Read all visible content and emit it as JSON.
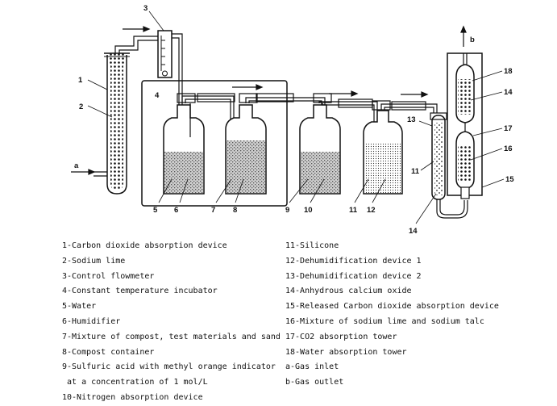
{
  "callouts": {
    "n1": "1",
    "n2": "2",
    "n3": "3",
    "n4": "4",
    "n5": "5",
    "n6": "6",
    "n7": "7",
    "n8": "8",
    "n9": "9",
    "n10": "10",
    "n11": "11",
    "n11b": "11",
    "n12": "12",
    "n13": "13",
    "n14": "14",
    "n14b": "14",
    "n15": "15",
    "n16": "16",
    "n17": "17",
    "n18": "18",
    "a": "a",
    "b": "b"
  },
  "legend_left": [
    "1-Carbon dioxide absorption device",
    "2-Sodium lime",
    "3-Control flowmeter",
    "4-Constant temperature incubator",
    "5-Water",
    "6-Humidifier",
    "7-Mixture of compost, test materials and sand",
    "8-Compost container",
    "9-Sulfuric acid with methyl orange indicator",
    " at a concentration of 1 mol/L",
    "10-Nitrogen absorption device"
  ],
  "legend_right": [
    "11-Silicone",
    "12-Dehumidification device 1",
    "13-Dehumidification device 2",
    "14-Anhydrous calcium oxide",
    "15-Released Carbon dioxide absorption device",
    "16-Mixture of sodium lime and sodium talc",
    "17-CO2 absorption tower",
    "18-Water absorption tower",
    "a-Gas inlet",
    "b-Gas outlet"
  ]
}
